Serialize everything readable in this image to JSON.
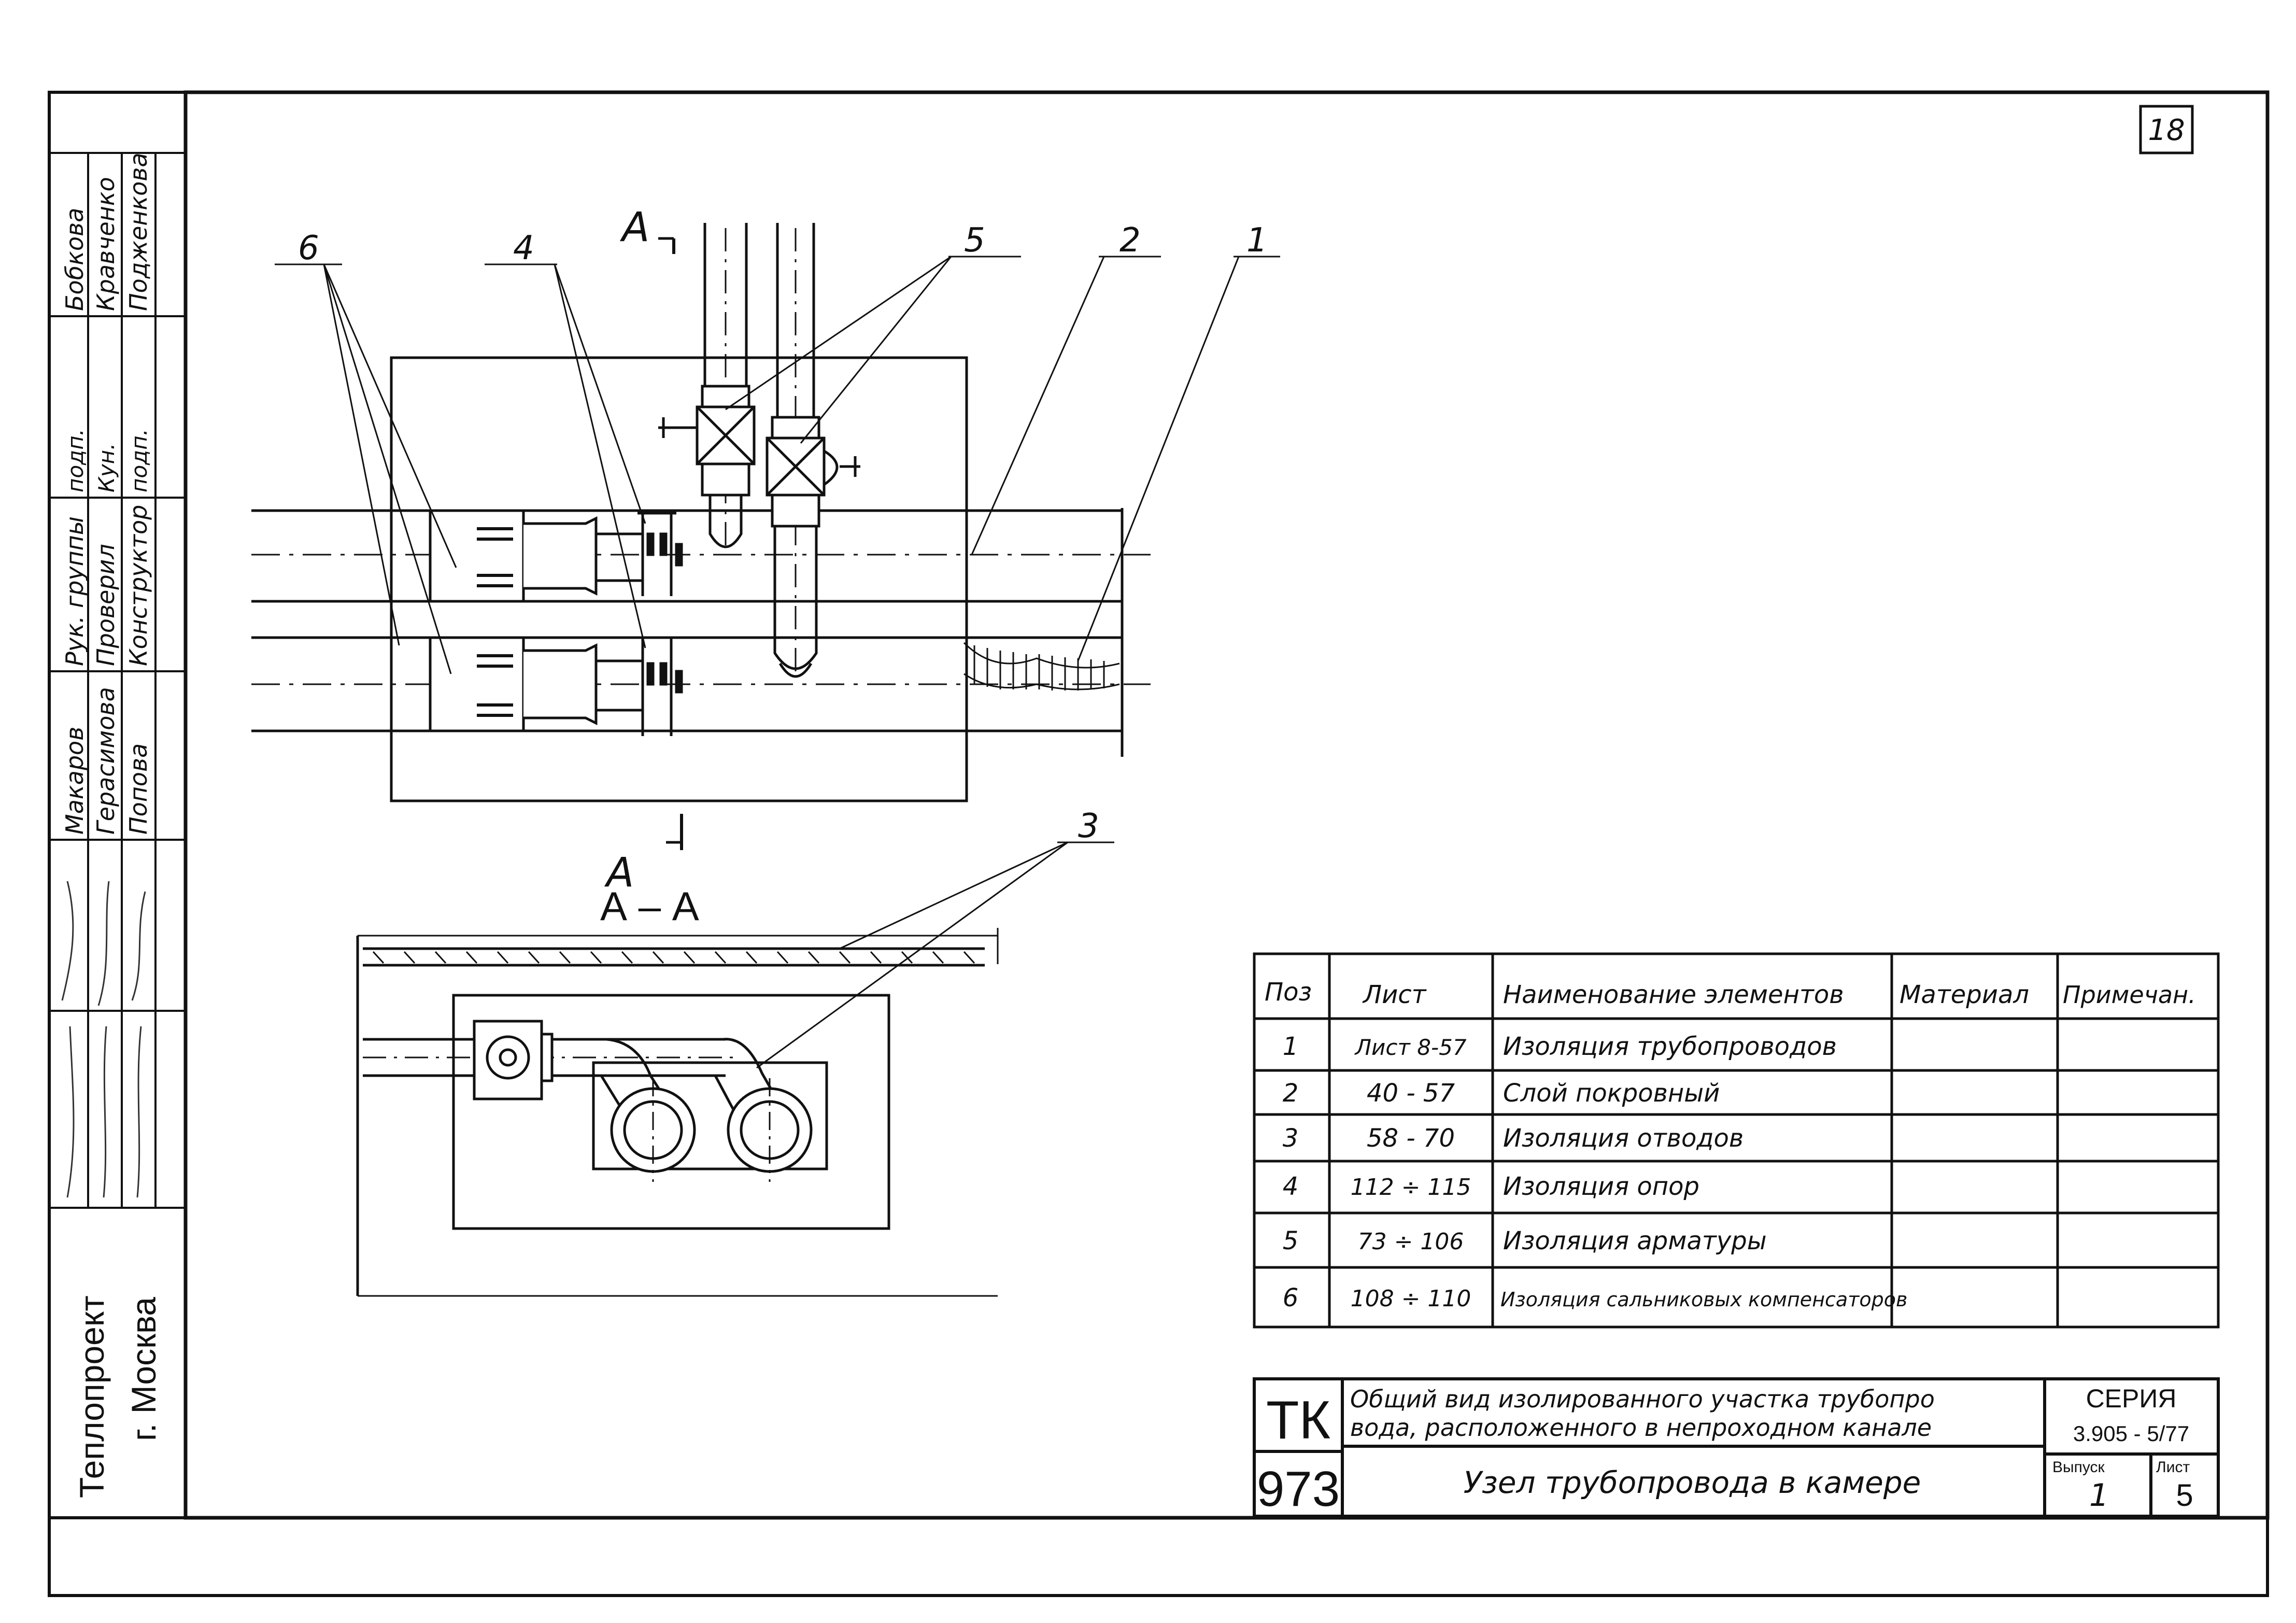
{
  "sheet": {
    "page_number": "18",
    "side_stamp_org": "Теплопроект",
    "side_stamp_city": "г. Москва"
  },
  "approvals": {
    "roles": [
      "Рук. группы",
      "Проверил",
      "Конструктор"
    ],
    "names": [
      "Бобкова",
      "Кравченко",
      "Подженкова"
    ],
    "names_lower": [
      "Макаров",
      "Герасимова",
      "Попова"
    ],
    "signatures": [
      "подп.",
      "Кун.",
      "подп."
    ]
  },
  "drawing": {
    "section_mark": "А",
    "section_title": "А – А",
    "callouts": [
      "6",
      "4",
      "5",
      "2",
      "1",
      "3"
    ]
  },
  "spec_table": {
    "headers": [
      "Поз",
      "Лист",
      "Наименование элементов",
      "Материал",
      "Примечан."
    ],
    "rows": [
      {
        "pos": "1",
        "sheet": "Лист 8-57",
        "name": "Изоляция трубопроводов",
        "material": "",
        "note": ""
      },
      {
        "pos": "2",
        "sheet": "40 - 57",
        "name": "Слой покровный",
        "material": "",
        "note": ""
      },
      {
        "pos": "3",
        "sheet": "58 - 70",
        "name": "Изоляция отводов",
        "material": "",
        "note": ""
      },
      {
        "pos": "4",
        "sheet": "112 ÷ 115",
        "name": "Изоляция опор",
        "material": "",
        "note": ""
      },
      {
        "pos": "5",
        "sheet": "73 ÷ 106",
        "name": "Изоляция арматуры",
        "material": "",
        "note": ""
      },
      {
        "pos": "6",
        "sheet": "108 ÷ 110",
        "name": "Изоляция сальниковых компенсаторов",
        "material": "",
        "note": ""
      }
    ]
  },
  "title_block": {
    "code_top": "ТК",
    "code_bottom": "973",
    "title_line1": "Общий вид изолированного участка трубопро",
    "title_line2": "вода, расположенного в непроходном канале",
    "subtitle": "Узел трубопровода в камере",
    "series_label": "СЕРИЯ",
    "series_value": "3.905 - 5/77",
    "issue_label": "Выпуск",
    "sheet_label": "Лист",
    "issue_value": "1",
    "sheet_value": "5"
  }
}
